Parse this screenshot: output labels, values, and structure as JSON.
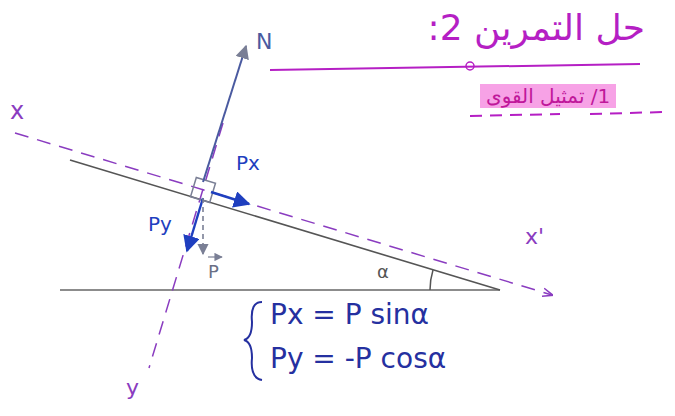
{
  "diagram": {
    "title": "حل التمرين 2:",
    "labels": [
      "1/ تمثيل القوى",
      "x",
      "x'",
      "y",
      "N",
      "Px",
      "Py",
      "P",
      "α",
      "Px = P sinα",
      "Py = -P cosα"
    ]
  }
}
